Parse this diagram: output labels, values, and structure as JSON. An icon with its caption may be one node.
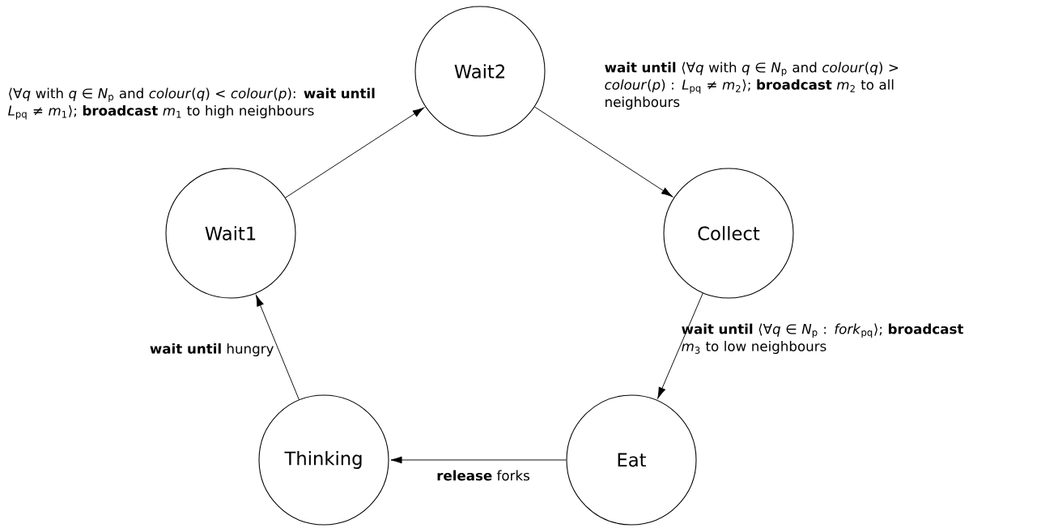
{
  "diagram": {
    "nodes": [
      {
        "text": [
          "Wait2"
        ]
      },
      {
        "text": [
          "Wait1"
        ]
      },
      {
        "text": [
          "Collect"
        ]
      },
      {
        "text": [
          "Thinking"
        ]
      },
      {
        "text": [
          "Eat"
        ]
      }
    ],
    "edges": [
      {
        "from": 3,
        "to": 1,
        "arrow": "to",
        "label": "**wait until** hungry"
      },
      {
        "from": 1,
        "to": 0,
        "arrow": "to",
        "label": "⟨∀*q* with *q* ∈ *N*$_{p}$ and *colour*(*q*) < *colour*(*p*): **wait until** *L*$_{pq}$ ≠ *m*$_{1}$⟩; **broadcast** *m*$_{1}$ to high neighbours"
      },
      {
        "from": 0,
        "to": 2,
        "arrow": "to",
        "label": "**wait until** ⟨∀*q* with *q* ∈ *N*$_{p}$ and *colour*(*q*) > *colour*(*p*) : *L*$_{pq}$ ≠ *m*$_{2}$⟩; **broadcast** *m*$_{2}$ to all neighbours"
      },
      {
        "from": 2,
        "to": 4,
        "arrow": "to",
        "label": "**wait until** ⟨∀*q* ∈ *N*$_{p}$ : *fork*$_{pq}$⟩; **broadcast** *m*$_{3}$ to low neighbours"
      },
      {
        "from": 4,
        "to": 3,
        "arrow": "to",
        "label": "**release** forks"
      }
    ]
  }
}
